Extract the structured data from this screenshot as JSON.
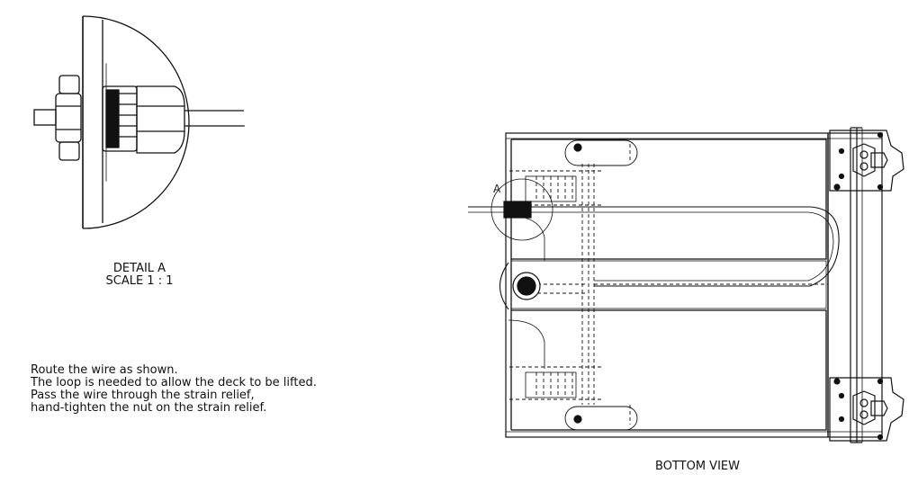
{
  "detail": {
    "title": "DETAIL A",
    "scale": "SCALE 1 : 1",
    "callout": "A"
  },
  "notes": [
    "Route the wire as shown.",
    "The loop is needed to allow the deck to be lifted.",
    "Pass the wire through the strain relief,",
    "hand-tighten the nut on the strain relief."
  ],
  "view": {
    "title": "BOTTOM VIEW"
  }
}
